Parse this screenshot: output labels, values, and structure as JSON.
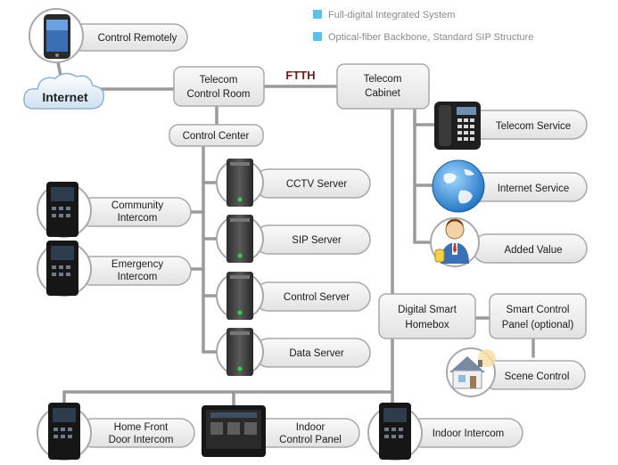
{
  "legend": [
    {
      "text": "Full-digital Integrated System",
      "color": "#5ec0e8"
    },
    {
      "text": "Optical-fiber Backbone, Standard SIP Structure",
      "color": "#5ec0e8"
    }
  ],
  "nodes": {
    "control_remotely": "Control Remotely",
    "internet": "Internet",
    "telecom_control_room": [
      "Telecom",
      "Control Room"
    ],
    "ftth": "FTTH",
    "telecom_cabinet": [
      "Telecom",
      "Cabinet"
    ],
    "control_center": "Control Center",
    "telecom_service": "Telecom Service",
    "internet_service": "Internet Service",
    "added_value": "Added Value",
    "community_intercom": [
      "Community",
      "Intercom"
    ],
    "emergency_intercom": [
      "Emergency",
      "Intercom"
    ],
    "cctv_server": "CCTV Server",
    "sip_server": "SIP Server",
    "control_server": "Control Server",
    "data_server": "Data Server",
    "digital_smart_homebox": [
      "Digital Smart",
      "Homebox"
    ],
    "smart_control_panel": [
      "Smart Control",
      "Panel (optional)"
    ],
    "scene_control": "Scene Control",
    "home_front_door_intercom": [
      "Home Front",
      "Door Intercom"
    ],
    "indoor_control_panel": [
      "Indoor",
      "Control Panel"
    ],
    "indoor_intercom": "Indoor Intercom"
  },
  "icons": [
    "phone-device-icon",
    "cloud-icon",
    "desk-phone-icon",
    "globe-icon",
    "person-icon",
    "intercom-device-icon",
    "server-icon",
    "house-icon",
    "touch-panel-icon"
  ],
  "colors": {
    "box_fill": "#eeeeee",
    "box_stroke": "#a9a9a9",
    "line": "#9a9a9a",
    "ftth": "#6b1d1d",
    "legend_square": "#5ec0e8"
  }
}
